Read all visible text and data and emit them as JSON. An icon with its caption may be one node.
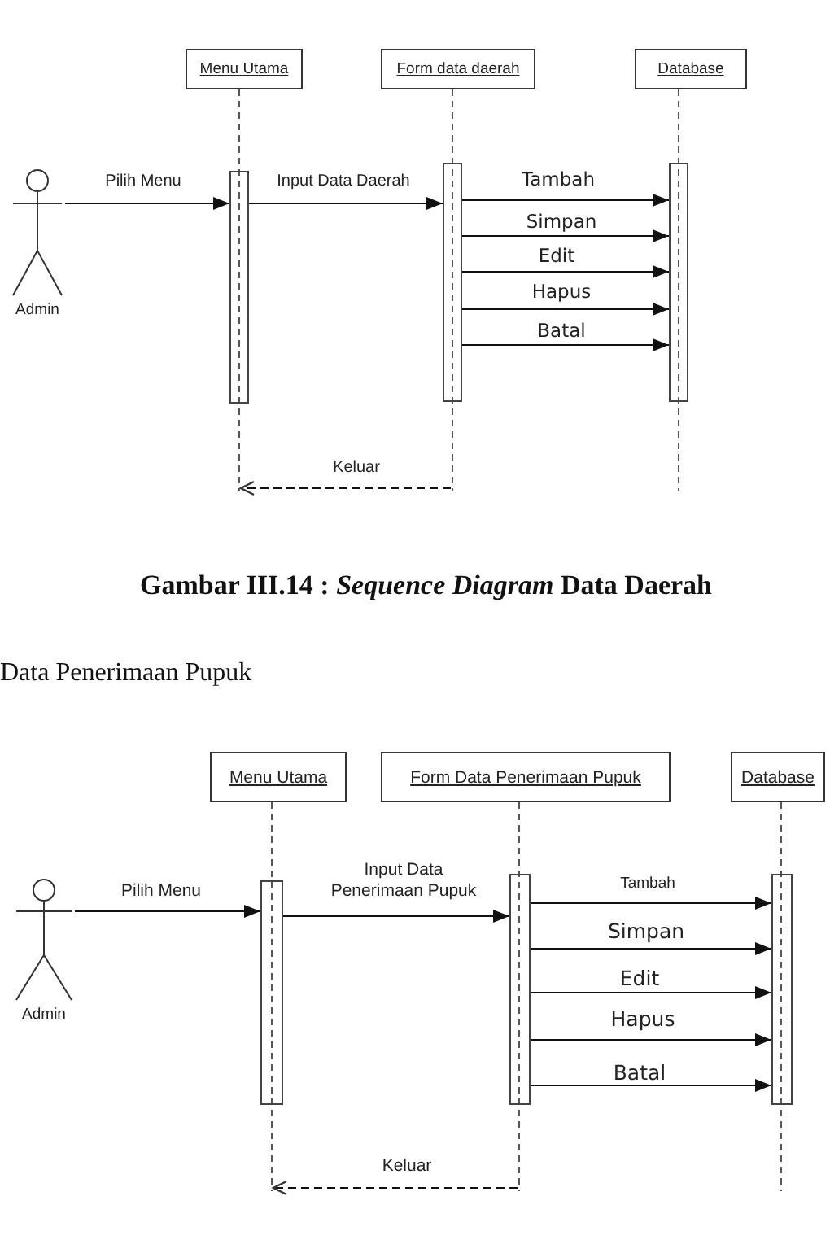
{
  "diagram": {
    "caption": "Gambar III.14 : *Sequence Diagram* Data Daerah",
    "nodes": [
      {
        "text": [
          "Menu Utama"
        ]
      },
      {
        "text": [
          "Form data daerah"
        ]
      },
      {
        "text": [
          "Database"
        ]
      },
      {
        "text": [],
        "shape": "line"
      },
      {
        "text": [],
        "shape": "line"
      },
      {
        "text": [],
        "shape": "line"
      },
      {
        "text": [
          "Admin"
        ]
      },
      {
        "text": [],
        "shape": "bar"
      },
      {
        "text": [],
        "shape": "bar"
      },
      {
        "text": [],
        "shape": "bar"
      },
      {
        "text": [
          "Menu Utama"
        ]
      },
      {
        "text": [
          "Form Data Penerimaan Pupuk"
        ]
      },
      {
        "text": [
          "Database"
        ]
      },
      {
        "text": [],
        "shape": "line"
      },
      {
        "text": [],
        "shape": "line"
      },
      {
        "text": [],
        "shape": "line"
      },
      {
        "text": [
          "Admin"
        ]
      },
      {
        "text": [],
        "shape": "bar"
      },
      {
        "text": [],
        "shape": "bar"
      },
      {
        "text": [],
        "shape": "bar"
      }
    ],
    "edges": [
      {
        "from": 6,
        "to": 7,
        "arrow": "to",
        "label": "Pilih Menu"
      },
      {
        "from": 7,
        "to": 8,
        "arrow": "to",
        "label": "Input Data Daerah"
      },
      {
        "from": 8,
        "to": 9,
        "arrow": "to",
        "label": "Tambah"
      },
      {
        "from": 8,
        "to": 9,
        "arrow": "to",
        "label": "Simpan"
      },
      {
        "from": 8,
        "to": 9,
        "arrow": "to",
        "label": "Edit"
      },
      {
        "from": 8,
        "to": 9,
        "arrow": "to",
        "label": "Hapus"
      },
      {
        "from": 8,
        "to": 9,
        "arrow": "to",
        "label": "Batal"
      },
      {
        "from": 4,
        "to": 3,
        "arrow": "to",
        "label": "Keluar",
        "style": "dashed"
      },
      {
        "from": 16,
        "to": 17,
        "arrow": "to",
        "label": "Pilih Menu"
      },
      {
        "from": 17,
        "to": 18,
        "arrow": "to",
        "label": "Input Data Penerimaan Pupuk"
      },
      {
        "from": 18,
        "to": 19,
        "arrow": "to",
        "label": "Tambah"
      },
      {
        "from": 18,
        "to": 19,
        "arrow": "to",
        "label": "Simpan"
      },
      {
        "from": 18,
        "to": 19,
        "arrow": "to",
        "label": "Edit"
      },
      {
        "from": 18,
        "to": 19,
        "arrow": "to",
        "label": "Hapus"
      },
      {
        "from": 18,
        "to": 19,
        "arrow": "to",
        "label": "Batal"
      },
      {
        "from": 14,
        "to": 13,
        "arrow": "to",
        "label": "Keluar",
        "style": "dashed"
      }
    ],
    "labels": [
      "Data Penerimaan Pupuk"
    ]
  }
}
